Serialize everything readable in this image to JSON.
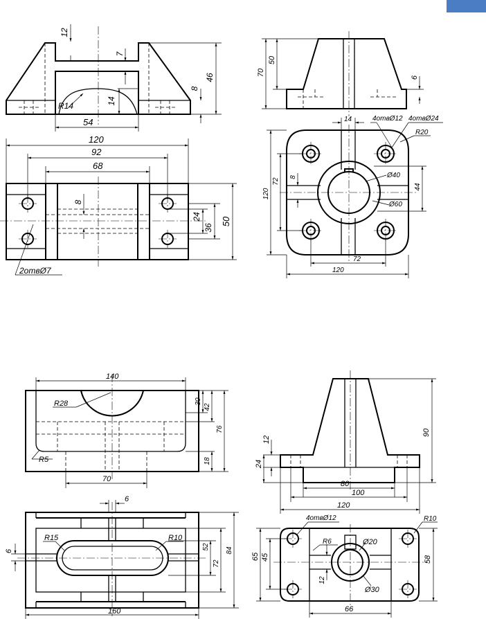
{
  "accent_color": "#4a7dc4",
  "drawings": [
    {
      "dims": {
        "d12": "12",
        "d7": "7",
        "r14": "R14",
        "d14": "14",
        "d8": "8",
        "d46": "46",
        "d54": "54",
        "d120": "120",
        "d92": "92",
        "d68": "68",
        "d8b": "8",
        "d24": "24",
        "d36": "36",
        "d50": "50",
        "holes": "2отвØ7"
      }
    },
    {
      "dims": {
        "d70": "70",
        "d50": "50",
        "d6": "6",
        "d14": "14",
        "holes12": "4отвØ12",
        "holes24": "4отвØ24",
        "r20": "R20",
        "d8": "8",
        "d120v": "120",
        "d72v": "72",
        "d44": "44",
        "o40": "Ø40",
        "o60": "Ø60",
        "d72h": "72",
        "d120h": "120"
      }
    },
    {
      "dims": {
        "d140": "140",
        "r28": "R28",
        "d30": "30",
        "d42": "42",
        "d76": "76",
        "r5": "R5",
        "d18": "18",
        "d70": "70",
        "d6a": "6",
        "d6b": "6",
        "r15": "R15",
        "r10": "R10",
        "d52": "52",
        "d72": "72",
        "d84": "84",
        "d160": "160"
      }
    },
    {
      "dims": {
        "d12": "12",
        "d24": "24",
        "d90": "90",
        "d80": "80",
        "d100": "100",
        "d120": "120",
        "holes": "4отвØ12",
        "r10": "R10",
        "r6": "R6",
        "o20": "Ø20",
        "d65": "65",
        "d45": "45",
        "d58": "58",
        "d12b": "12",
        "o30": "Ø30",
        "d66": "66"
      }
    }
  ]
}
